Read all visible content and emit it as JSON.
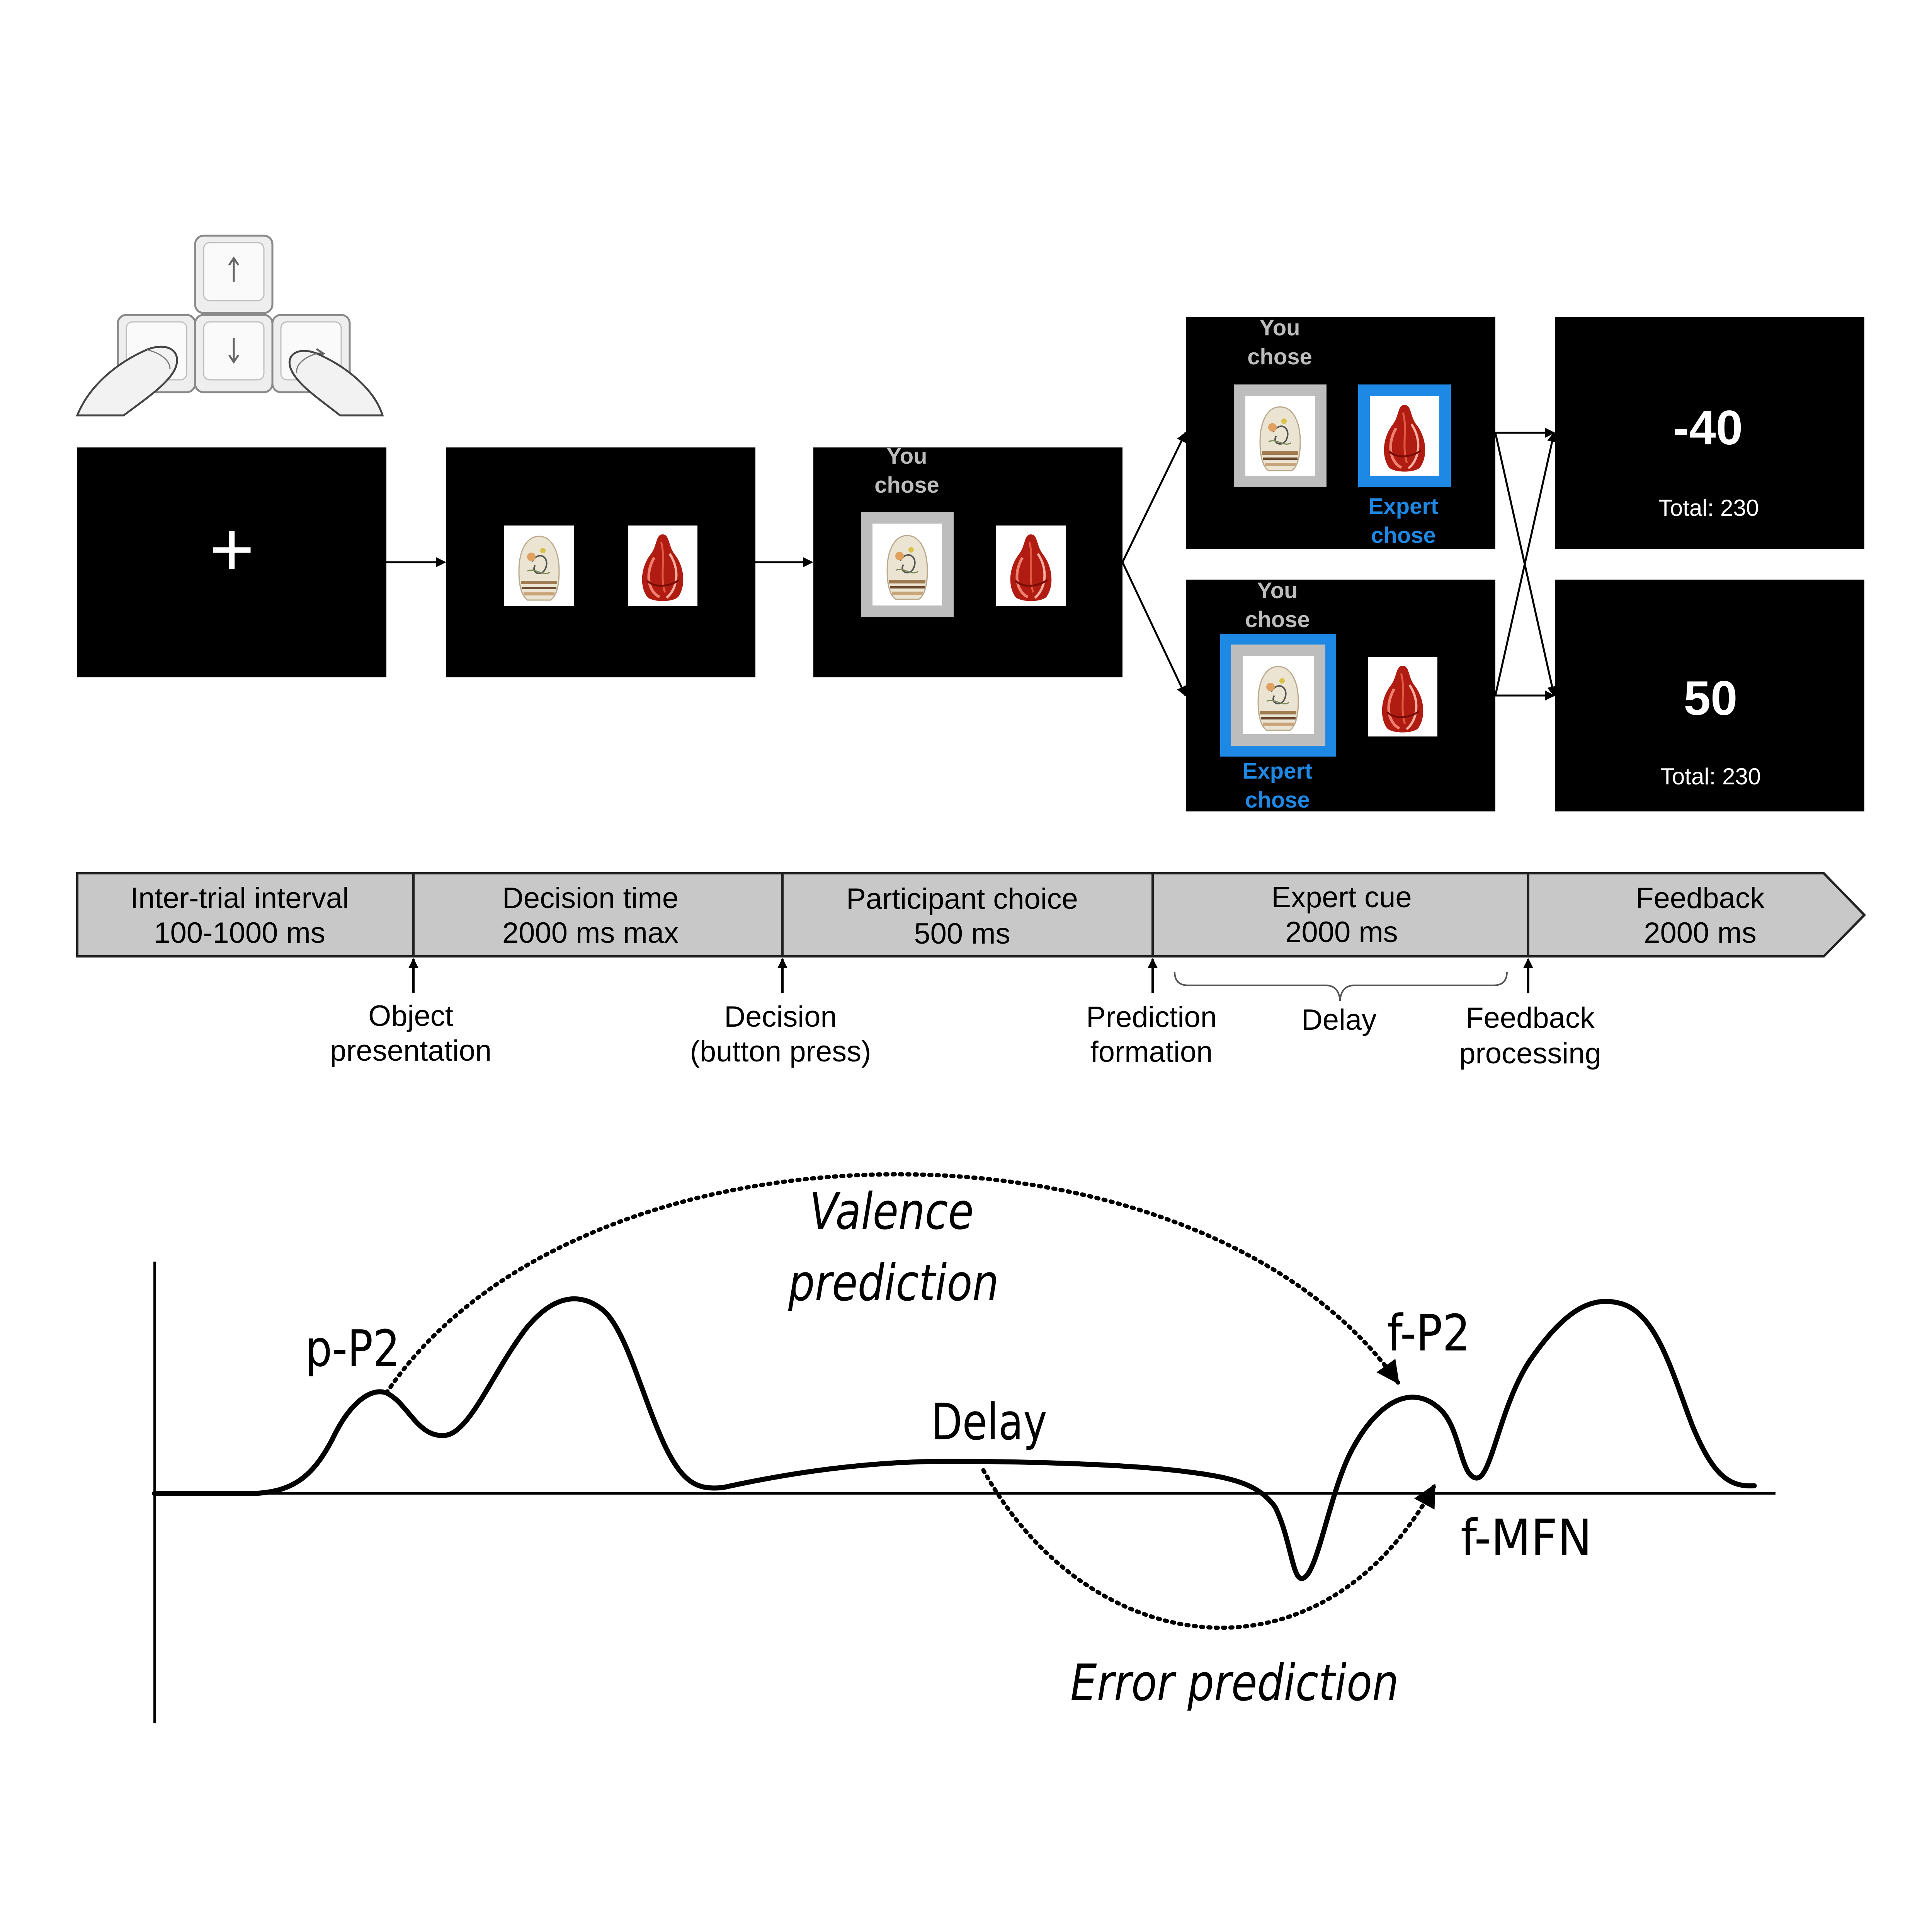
{
  "screens": {
    "fixation": {
      "symbol": "+"
    },
    "you_chose": [
      "You",
      "chose"
    ],
    "expert_chose": [
      "Expert",
      "chose"
    ],
    "outcomes": [
      {
        "score": "-40",
        "total": "Total: 230"
      },
      {
        "score": "50",
        "total": "Total: 230"
      }
    ]
  },
  "timeline": {
    "phases": [
      {
        "name": "Inter-trial interval",
        "duration": "100-1000 ms"
      },
      {
        "name": "Decision time",
        "duration": "2000 ms max"
      },
      {
        "name": "Participant choice",
        "duration": "500 ms"
      },
      {
        "name": "Expert cue",
        "duration": "2000 ms"
      },
      {
        "name": "Feedback",
        "duration": "2000 ms"
      }
    ],
    "events": [
      {
        "line1": "Object",
        "line2": "presentation"
      },
      {
        "line1": "Decision",
        "line2": "(button press)"
      },
      {
        "line1": "Prediction",
        "line2": "formation"
      },
      {
        "line1": "Feedback",
        "line2": "processing"
      }
    ],
    "delay_label": "Delay"
  },
  "erp": {
    "labels": {
      "p_p2": "p-P2",
      "f_p2": "f-P2",
      "f_mfn": "f-MFN",
      "delay": "Delay",
      "valence_line1": "Valence",
      "valence_line2": "prediction",
      "error": "Error prediction"
    }
  },
  "colors": {
    "screen_bg": "#000000",
    "expert_blue": "#1e88e5",
    "you_chose_text": "#bdbdbd",
    "choice_frame": "#bdbdbd",
    "timeline_fill": "#c8c8c8"
  }
}
